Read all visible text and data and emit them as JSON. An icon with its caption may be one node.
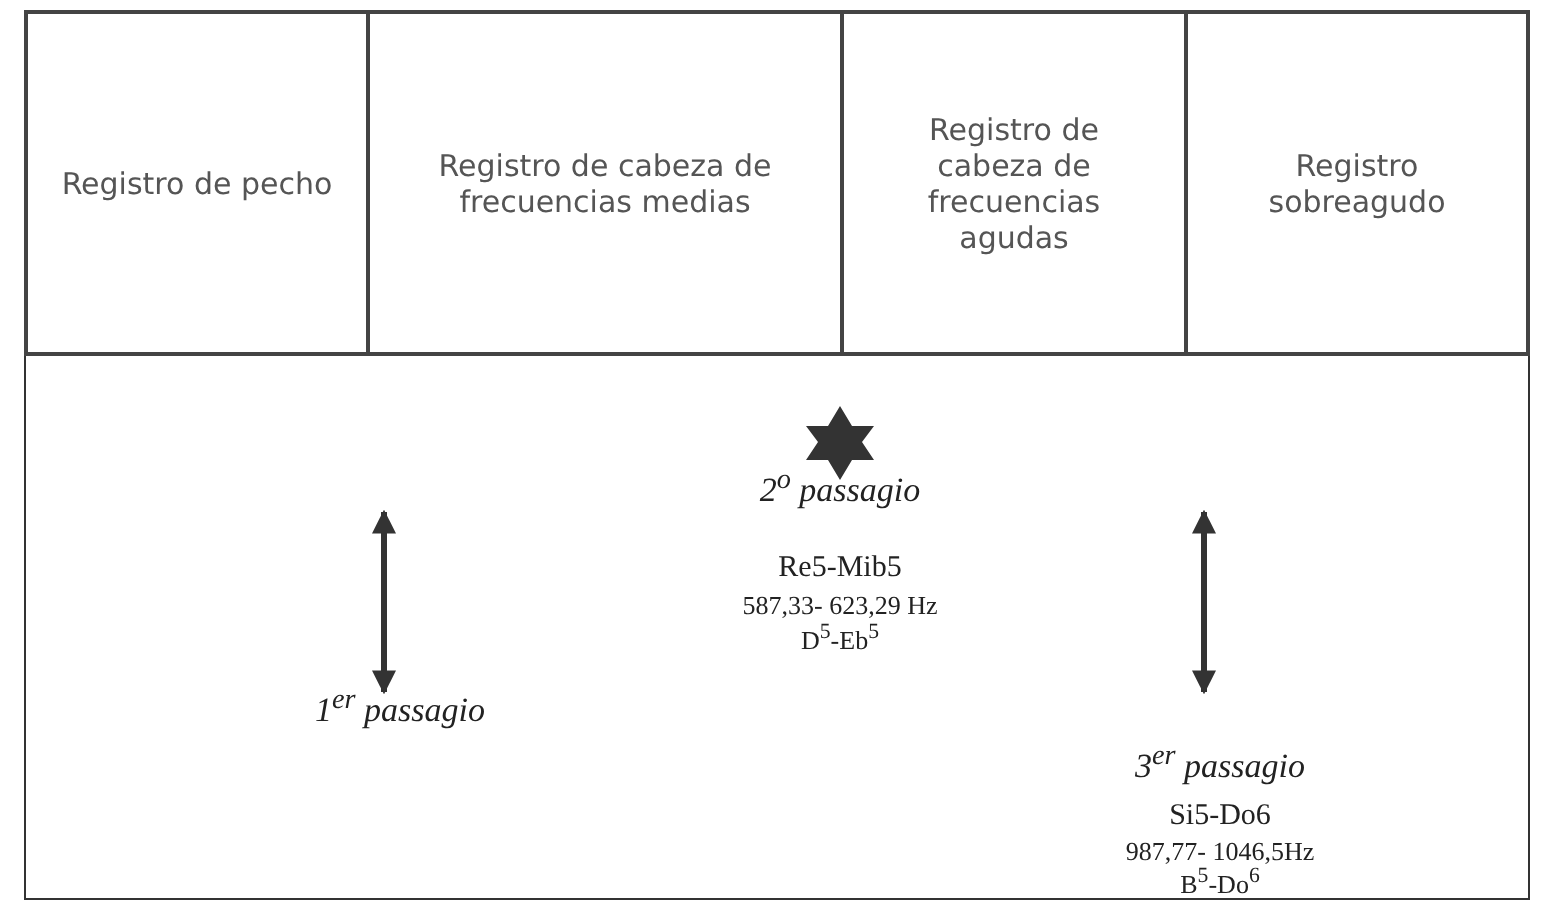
{
  "diagram": {
    "nodes": [
      {
        "text": [
          "Registro de pecho"
        ]
      },
      {
        "text": [
          "Registro de cabeza de frecuencias medias"
        ]
      },
      {
        "text": [
          "Registro de cabeza de frecuencias agudas"
        ]
      },
      {
        "text": [
          "Registro sobreagudo"
        ]
      }
    ],
    "labels": [
      "2$^{o}$ passagio",
      "Re5-Mib5",
      "587,33- 623,29 Hz",
      "D$^{5}$-Eb$^{5}$",
      "1$^{er}$ passagio",
      "3$^{er}$ passagio",
      "Si5-Do6",
      "987,77- 1046,5Hz",
      "B$^{5}$-Do$^{6}$"
    ]
  }
}
